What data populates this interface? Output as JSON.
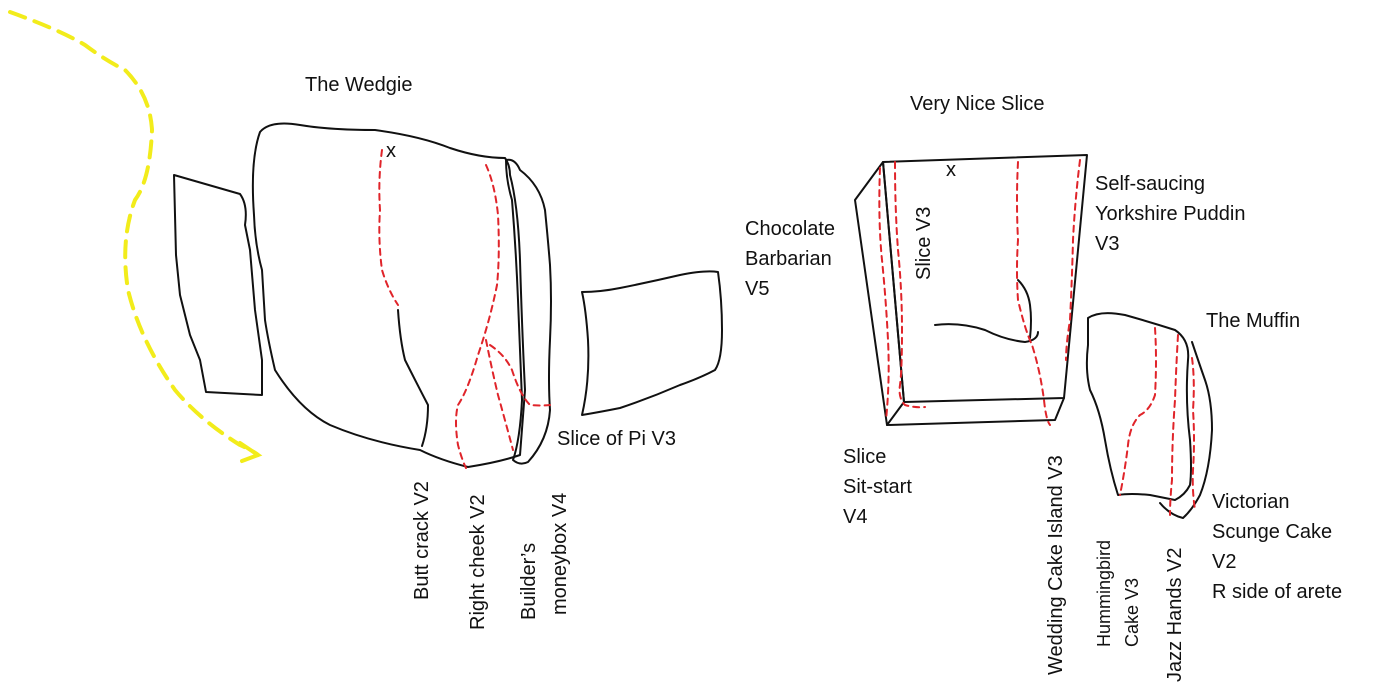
{
  "colors": {
    "outline": "#111111",
    "route": "#e0242a",
    "approach": "#f2ec1b",
    "background": "#ffffff"
  },
  "boulders": {
    "wedgie": "The Wedgie",
    "very_nice_slice": "Very Nice Slice",
    "muffin": "The Muffin"
  },
  "start_marks": {
    "wedgie_top": "x",
    "slice_top": "x"
  },
  "routes": {
    "butt_crack": "Butt crack V2",
    "right_cheek": "Right cheek V2",
    "builders_moneybox_line1": "Builder’s",
    "builders_moneybox_line2": "moneybox V4",
    "slice_of_pi": "Slice of Pi V3",
    "chocolate_barbarian_line1": "Chocolate",
    "chocolate_barbarian_line2": "Barbarian",
    "chocolate_barbarian_line3": "V5",
    "slice_v3": "Slice V3",
    "self_saucing_line1": "Self-saucing",
    "self_saucing_line2": "Yorkshire Puddin",
    "self_saucing_line3": "V3",
    "slice_sit_start_line1": "Slice",
    "slice_sit_start_line2": "Sit-start",
    "slice_sit_start_line3": "V4",
    "wedding_cake_island": "Wedding Cake Island V3",
    "hummingbird_line1": "Hummingbird",
    "hummingbird_line2": "Cake V3",
    "jazz_hands": "Jazz Hands V2",
    "victorian_line1": "Victorian",
    "victorian_line2": "Scunge Cake",
    "victorian_line3": "V2",
    "victorian_line4": "R side of arete"
  }
}
